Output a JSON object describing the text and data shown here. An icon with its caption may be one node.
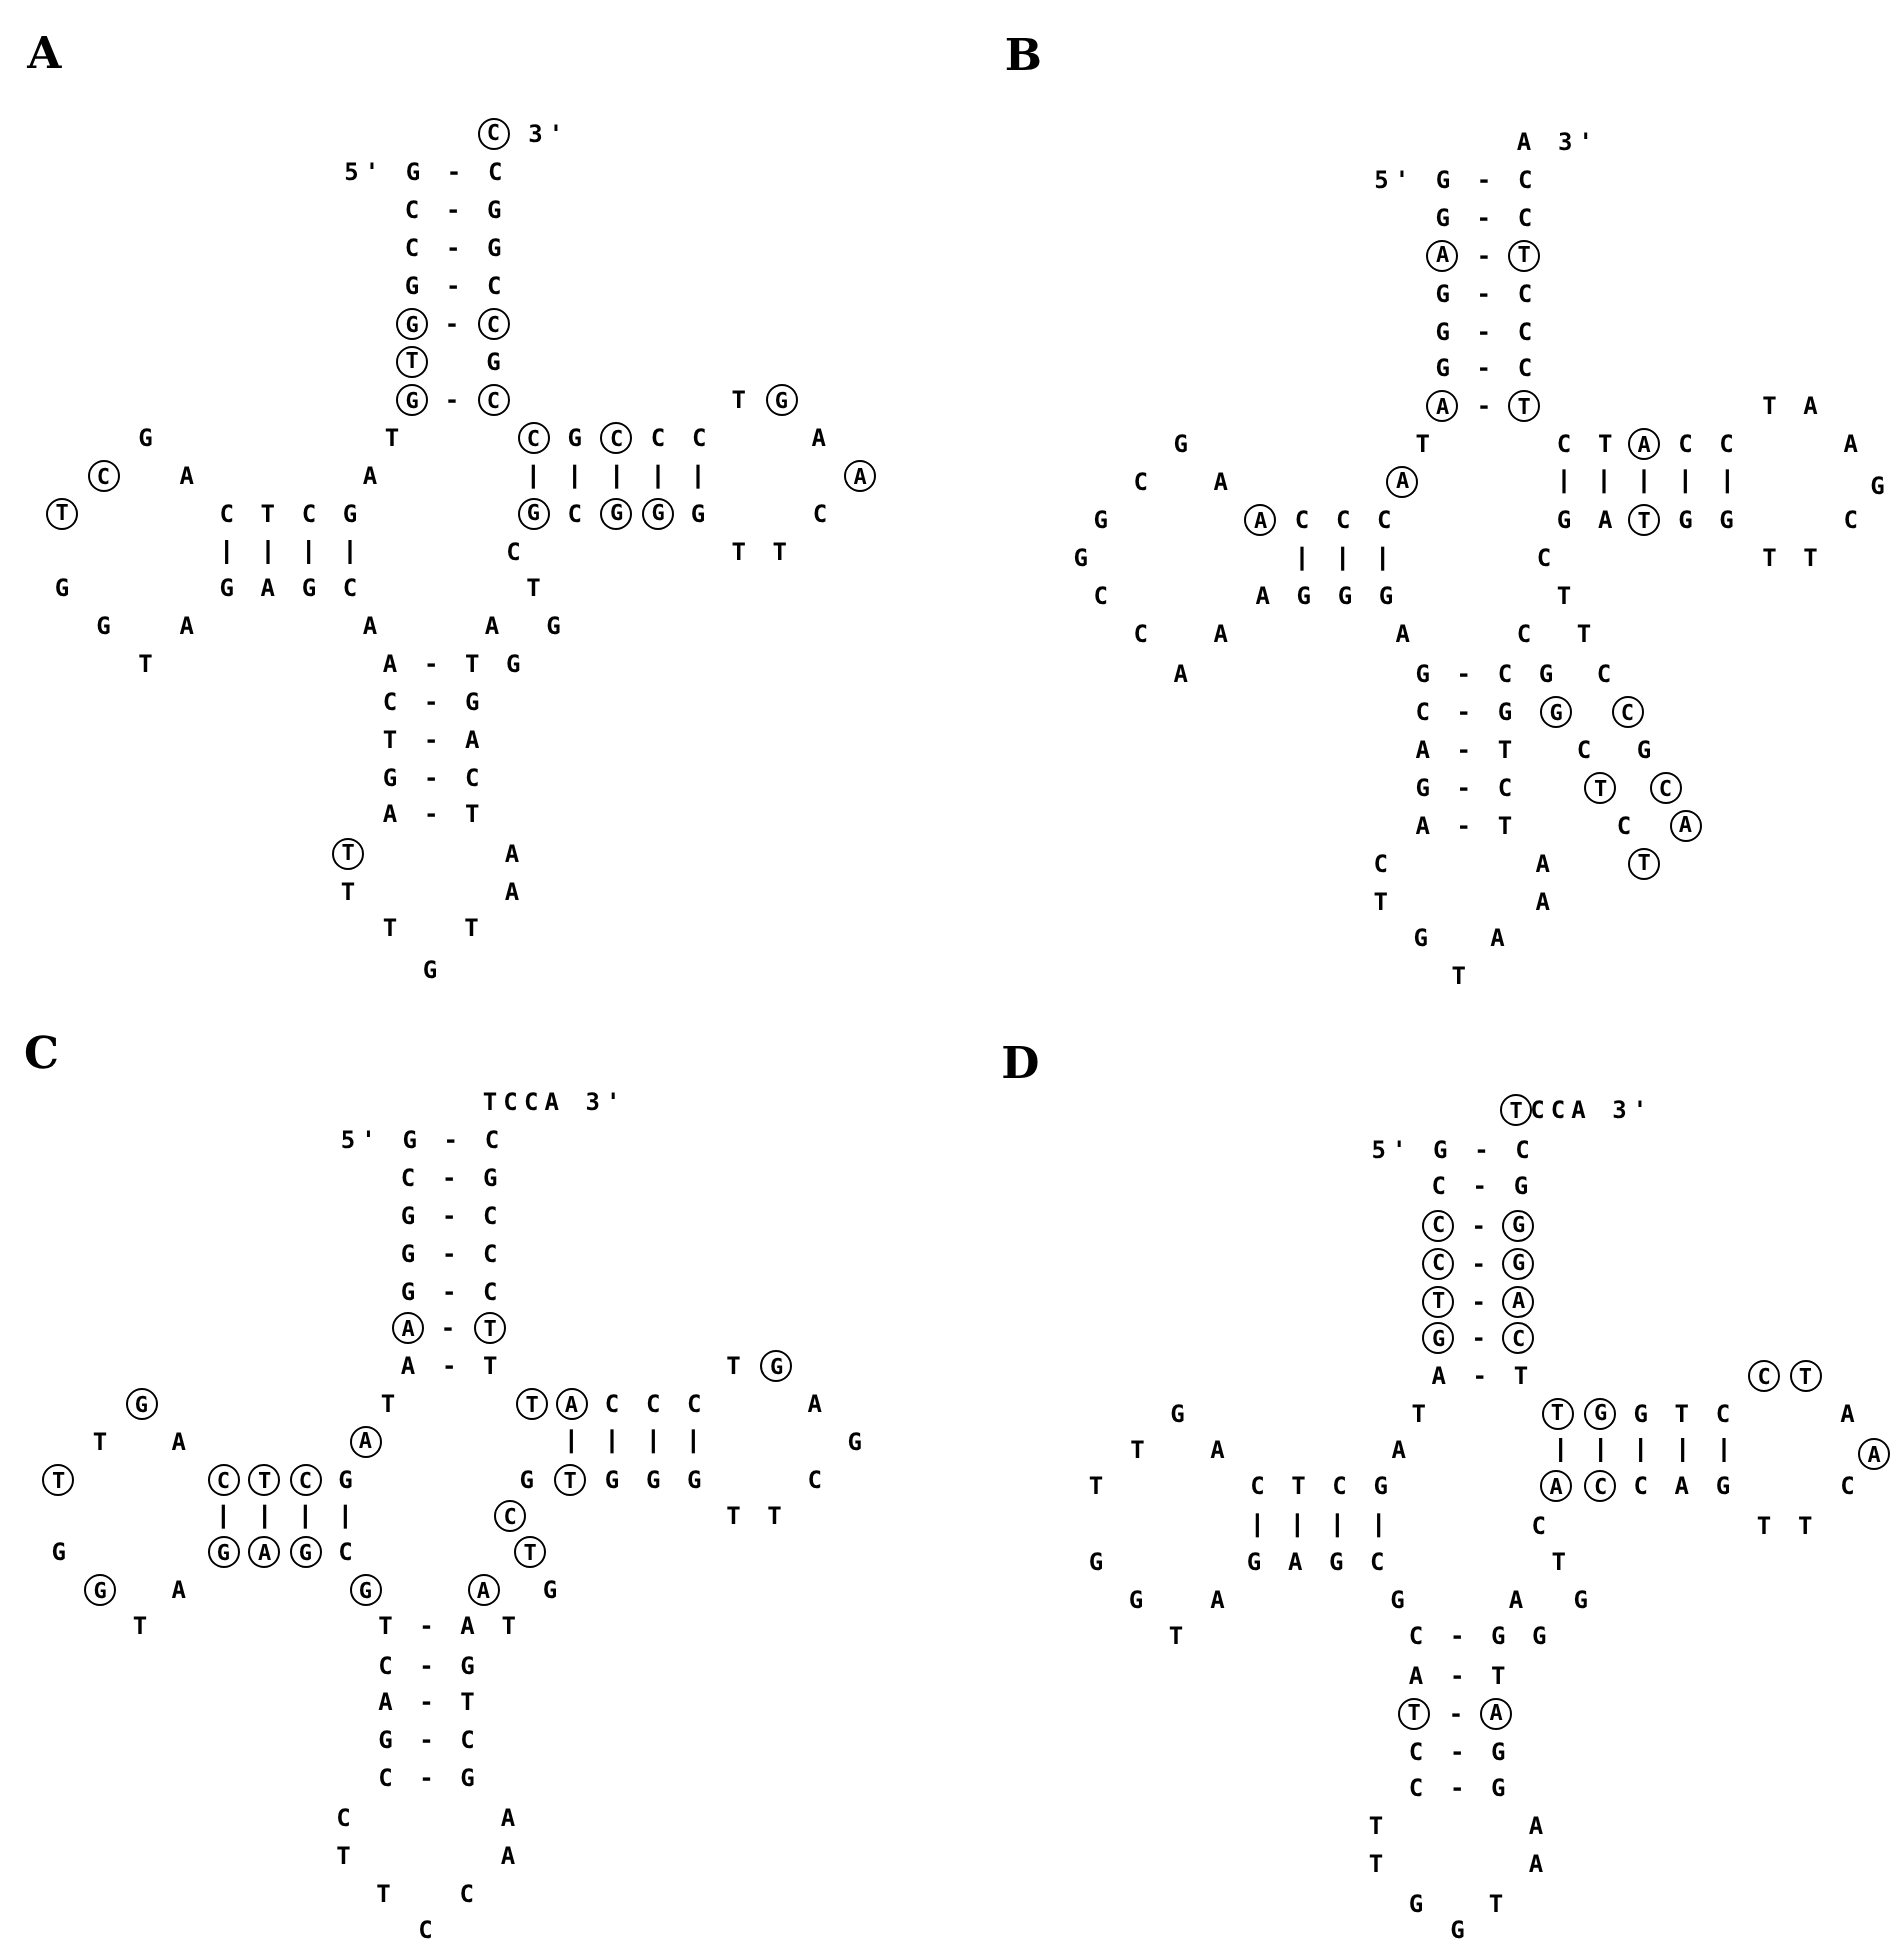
{
  "diagram": {
    "nodes": [
      {
        "text": [
          "C"
        ]
      },
      {
        "text": [
          "G"
        ]
      },
      {
        "text": [
          "C"
        ]
      },
      {
        "text": [
          "T"
        ]
      },
      {
        "text": [
          "G"
        ]
      },
      {
        "text": [
          "C"
        ]
      },
      {
        "text": [
          "G"
        ]
      },
      {
        "text": [
          "C"
        ]
      },
      {
        "text": [
          "C"
        ]
      },
      {
        "text": [
          "C"
        ]
      },
      {
        "text": [
          "A"
        ]
      },
      {
        "text": [
          "T"
        ]
      },
      {
        "text": [
          "G"
        ]
      },
      {
        "text": [
          "G"
        ]
      },
      {
        "text": [
          "G"
        ]
      },
      {
        "text": [
          "T"
        ]
      },
      {
        "text": [
          "A"
        ]
      },
      {
        "text": [
          "T"
        ]
      },
      {
        "text": [
          "A"
        ]
      },
      {
        "text": [
          "T"
        ]
      },
      {
        "text": [
          "A"
        ]
      },
      {
        "text": [
          "A"
        ]
      },
      {
        "text": [
          "A"
        ]
      },
      {
        "text": [
          "T"
        ]
      },
      {
        "text": [
          "G"
        ]
      },
      {
        "text": [
          "C"
        ]
      },
      {
        "text": [
          "T"
        ]
      },
      {
        "text": [
          "C"
        ]
      },
      {
        "text": [
          "A"
        ]
      },
      {
        "text": [
          "T"
        ]
      },
      {
        "text": [
          "A"
        ]
      },
      {
        "text": [
          "T"
        ]
      },
      {
        "text": [
          "G"
        ]
      },
      {
        "text": [
          "G"
        ]
      },
      {
        "text": [
          "T"
        ]
      },
      {
        "text": [
          "A"
        ]
      },
      {
        "text": [
          "A"
        ]
      },
      {
        "text": [
          "T"
        ]
      },
      {
        "text": [
          "C"
        ]
      },
      {
        "text": [
          "T"
        ]
      },
      {
        "text": [
          "C"
        ]
      },
      {
        "text": [
          "T"
        ]
      },
      {
        "text": [
          "C"
        ]
      },
      {
        "text": [
          "G"
        ]
      },
      {
        "text": [
          "A"
        ]
      },
      {
        "text": [
          "G"
        ]
      },
      {
        "text": [
          "T"
        ]
      },
      {
        "text": [
          "G"
        ]
      },
      {
        "text": [
          "G"
        ]
      },
      {
        "text": [
          "A"
        ]
      },
      {
        "text": [
          "T"
        ]
      },
      {
        "text": [
          "C"
        ]
      },
      {
        "text": [
          "G"
        ]
      },
      {
        "text": [
          "C"
        ]
      },
      {
        "text": [
          "G"
        ]
      },
      {
        "text": [
          "T"
        ]
      },
      {
        "text": [
          "A"
        ]
      },
      {
        "text": [
          "G"
        ]
      },
      {
        "text": [
          "C"
        ]
      },
      {
        "text": [
          "C"
        ]
      },
      {
        "text": [
          "T"
        ]
      },
      {
        "text": [
          "T"
        ]
      },
      {
        "text": [
          "G"
        ]
      },
      {
        "text": [
          "A"
        ]
      },
      {
        "text": [
          "A"
        ]
      },
      {
        "text": [
          "C"
        ]
      },
      {
        "text": [
          "T"
        ]
      },
      {
        "text": [
          "A"
        ]
      }
    ],
    "labels": [
      "A",
      "3'",
      "5' G - C",
      "C - G",
      "C - G",
      "G - C",
      "-",
      "G",
      "-",
      "T",
      "G",
      "T",
      "G",
      "C C",
      "A",
      "A",
      "A",
      "C T C G",
      "C",
      "G",
      "C",
      "C",
      "T T",
      "G",
      "G A G C",
      "T",
      "G",
      "A",
      "A",
      "A",
      "G",
      "T",
      "A - T G",
      "C - G",
      "T - A",
      "G - C",
      "A - T",
      "A",
      "T",
      "A",
      "T",
      "T",
      "G",
      "B",
      "A 3'",
      "5' G - C",
      "G - C",
      "-",
      "G - C",
      "G - C",
      "G - C",
      "-",
      "T A",
      "G",
      "T",
      "C T",
      "C C",
      "A",
      "C",
      "A",
      "G",
      "G",
      "C C C",
      "G A",
      "G G",
      "C",
      "G",
      "C",
      "T T",
      "C",
      "A G G G",
      "T",
      "C",
      "A",
      "A",
      "C",
      "T",
      "A",
      "G - C G",
      "C",
      "C - G",
      "A - T",
      "C",
      "G",
      "G - C",
      "A - T",
      "C",
      "C",
      "A",
      "T",
      "A",
      "G",
      "A",
      "T",
      "C",
      "TCCA 3'",
      "5' G - C",
      "C - G",
      "G - C",
      "G - C",
      "G - C",
      "-",
      "A - T",
      "T",
      "T",
      "C C C",
      "A",
      "T",
      "A",
      "G",
      "G",
      "G",
      "G G G",
      "C",
      "T T",
      "G",
      "C",
      "A",
      "G",
      "T",
      "T - A T",
      "C - G",
      "A - T",
      "G - C",
      "C - G",
      "C",
      "A",
      "T",
      "A",
      "T",
      "C",
      "C",
      "D",
      "CCA 3'",
      "5' G - C",
      "C - G",
      "-",
      "-",
      "-",
      "-",
      "A - T",
      "G",
      "T",
      "G T C",
      "A",
      "T",
      "A",
      "A",
      "T",
      "C T C G",
      "C A G",
      "C",
      "C",
      "T T",
      "G",
      "G A G C",
      "T",
      "G",
      "A",
      "G",
      "A",
      "G",
      "T",
      "C - G G",
      "A - T",
      "-",
      "C - G",
      "C - G",
      "T",
      "A",
      "T",
      "A",
      "G",
      "T",
      "G"
    ]
  }
}
